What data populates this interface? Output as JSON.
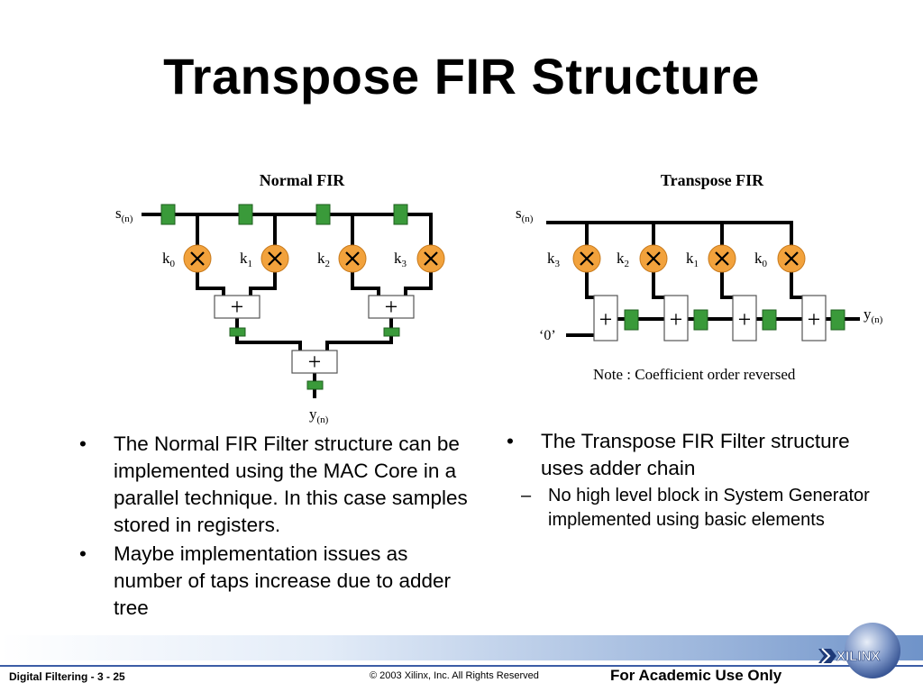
{
  "slide": {
    "title": "Transpose FIR Structure"
  },
  "normal_fir": {
    "heading": "Normal FIR",
    "input_label": "s",
    "input_sub": "(n)",
    "output_label": "y",
    "output_sub": "(n)",
    "coeffs": [
      {
        "k": "k",
        "sub": "0"
      },
      {
        "k": "k",
        "sub": "1"
      },
      {
        "k": "k",
        "sub": "2"
      },
      {
        "k": "k",
        "sub": "3"
      }
    ],
    "adder_symbol": "+"
  },
  "transpose_fir": {
    "heading": "Transpose FIR",
    "input_label": "s",
    "input_sub": "(n)",
    "output_label": "y",
    "output_sub": "(n)",
    "zero_label": "‘0’",
    "coeffs": [
      {
        "k": "k",
        "sub": "3"
      },
      {
        "k": "k",
        "sub": "2"
      },
      {
        "k": "k",
        "sub": "1"
      },
      {
        "k": "k",
        "sub": "0"
      }
    ],
    "adder_symbol": "+",
    "note": "Note : Coefficient order reversed"
  },
  "left_bullets": [
    "The Normal FIR Filter structure can be implemented  using the MAC Core in a parallel technique. In this case samples stored in registers.",
    "Maybe implementation issues as number of taps increase due to adder tree"
  ],
  "right_bullets": {
    "main": "The Transpose FIR Filter structure uses adder chain",
    "sub": "No high level block in System Generator implemented using basic elements"
  },
  "bullet_char": "•",
  "dash_char": "–",
  "footer": {
    "left": "Digital Filtering  - 3 - 25",
    "middle": "© 2003 Xilinx, Inc. All Rights Reserved",
    "right": "For Academic Use Only",
    "logo_text": "XILINX"
  },
  "colors": {
    "register": "#3a9a3a",
    "multiplier": "#f2a23c",
    "footer_blue": "#3c5da6"
  }
}
